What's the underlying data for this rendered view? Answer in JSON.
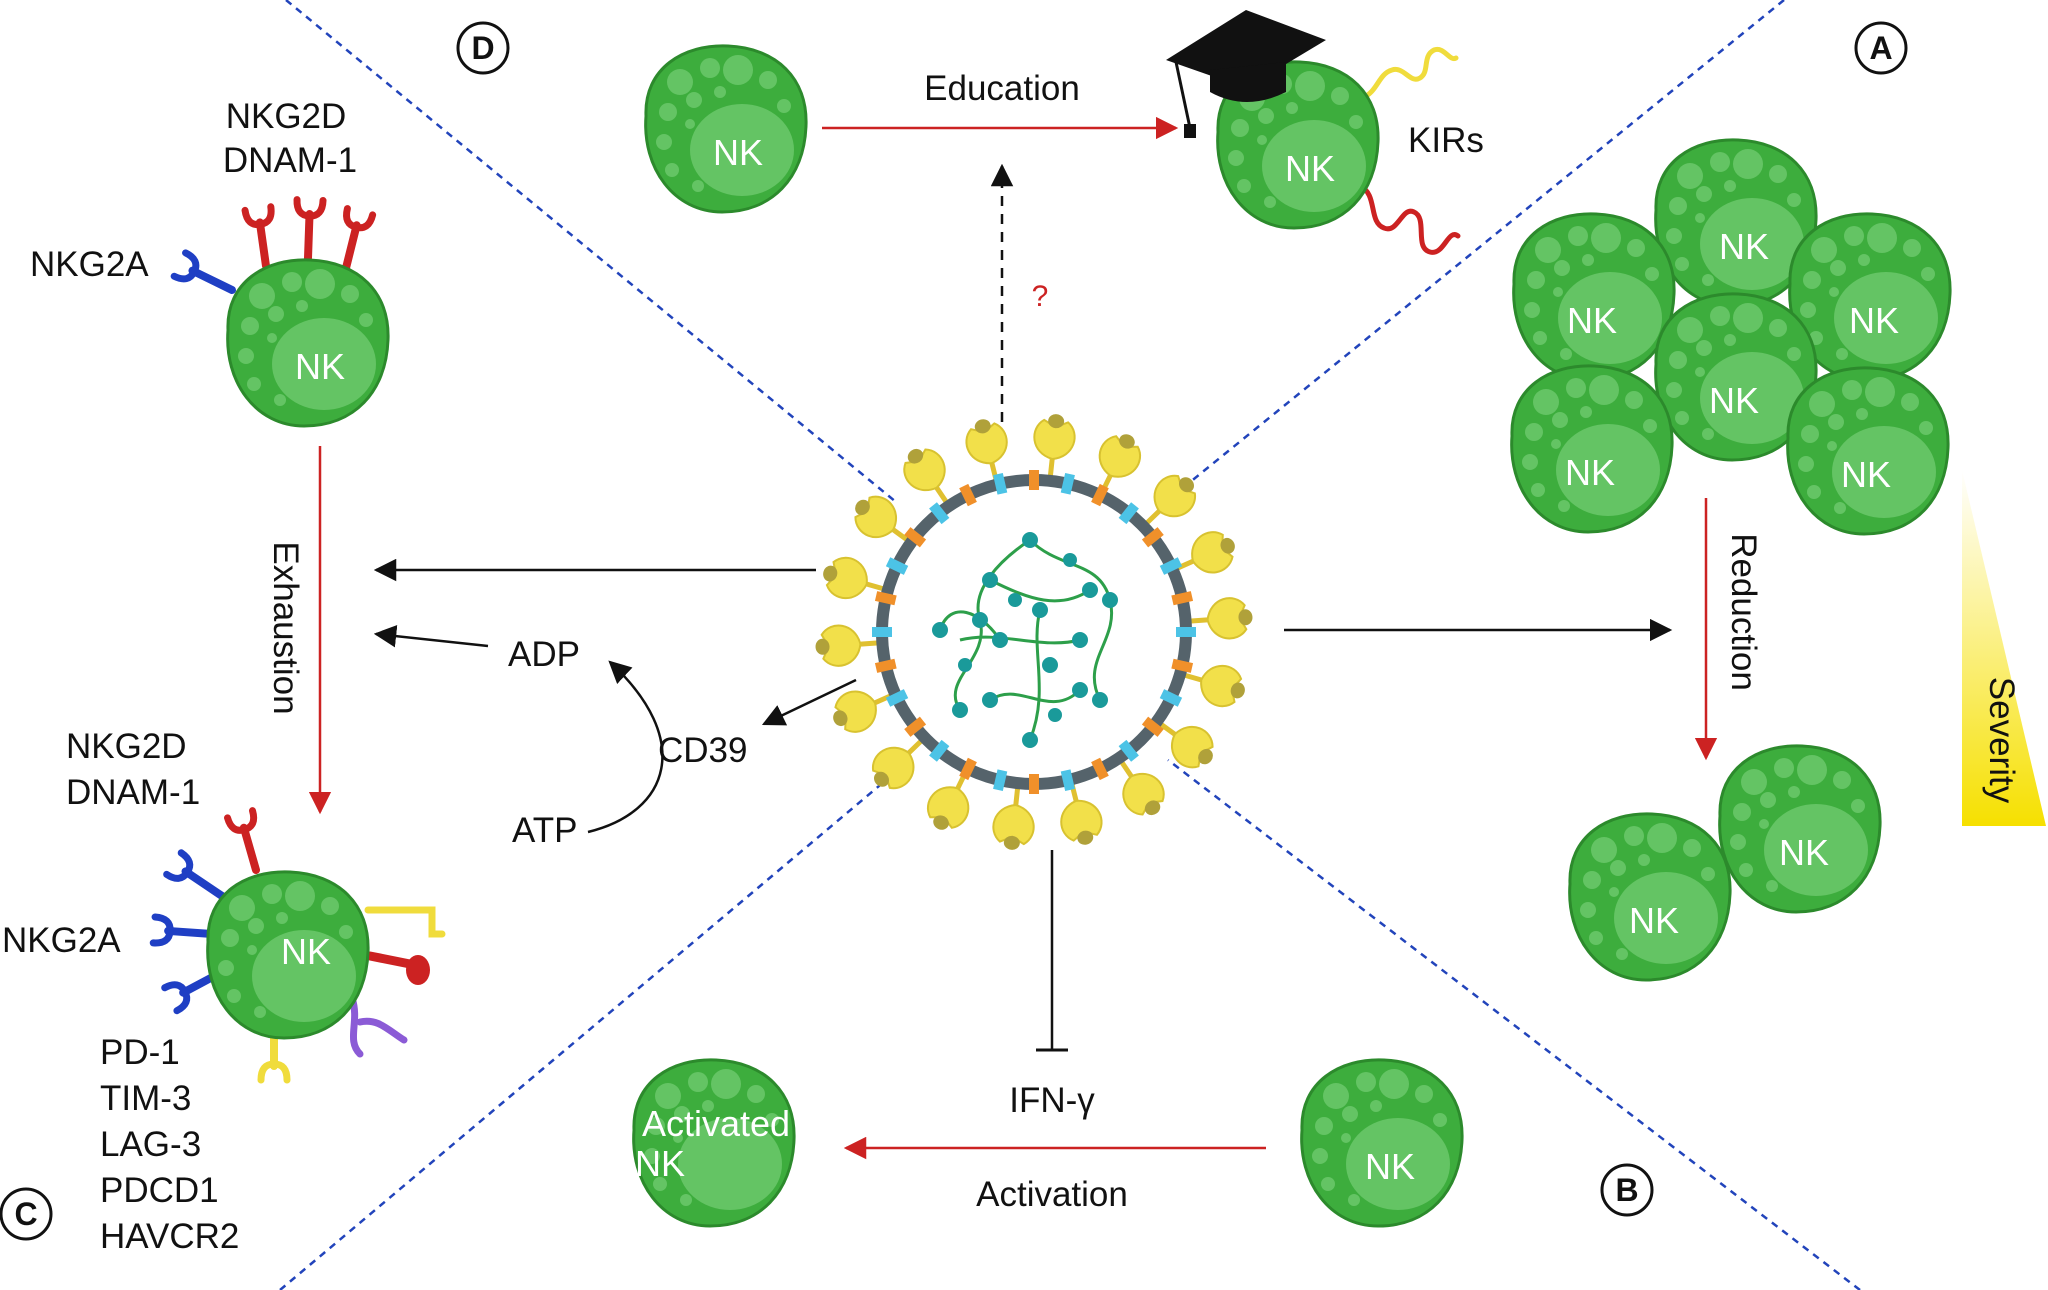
{
  "panels": {
    "a": "A",
    "b": "B",
    "c": "C",
    "d": "D"
  },
  "cell_label": "NK",
  "activated_label": [
    "Activated",
    "NK"
  ],
  "processes": {
    "education": "Education",
    "reduction": "Reduction",
    "activation": "Activation",
    "exhaustion": "Exhaustion",
    "severity": "Severity"
  },
  "molecules": {
    "kirs": "KIRs",
    "unknown": "?",
    "ifn": "IFN-γ",
    "adp": "ADP",
    "atp": "ATP",
    "cd39": "CD39",
    "nkg2d": "NKG2D",
    "dnam1": "DNAM-1",
    "nkg2a": "NKG2A",
    "checkpoints": [
      "PD-1",
      "TIM-3",
      "LAG-3",
      "PDCD1",
      "HAVCR2"
    ]
  },
  "colors": {
    "cell_fill": "#3dad3d",
    "cell_dark": "#2c8a2c",
    "nucleus": "#64c464",
    "red_arrow": "#cc2222",
    "divider": "#2244bb",
    "receptor_red": "#cc2222",
    "receptor_blue": "#1f3fc4",
    "receptor_yellow": "#f0dc3c",
    "receptor_purple": "#8b5bd6",
    "virus_spike": "#f2e04a",
    "virus_envelope": "#55636b",
    "virus_rna": "#1a9a9a"
  }
}
